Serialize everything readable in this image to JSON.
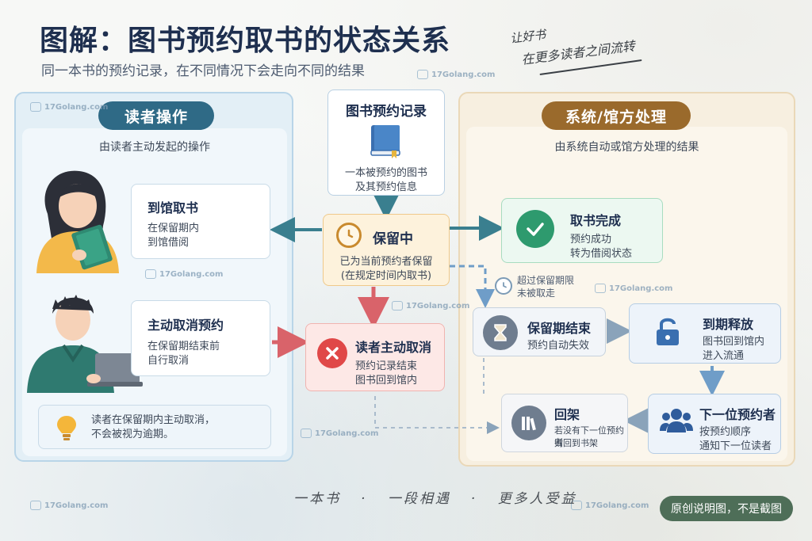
{
  "header": {
    "title": "图解：图书预约取书的状态关系",
    "subtitle": "同一本书的预约记录，在不同情况下会走向不同的结果",
    "handwriting_line1": "让好书",
    "handwriting_line2": "在更多读者之间流转"
  },
  "left_panel": {
    "pill": "读者操作",
    "subtitle": "由读者主动发起的操作",
    "card_pickup": {
      "title": "到馆取书",
      "line1": "在保留期内",
      "line2": "到馆借阅"
    },
    "card_cancel": {
      "title": "主动取消预约",
      "line1": "在保留期结束前",
      "line2": "自行取消"
    },
    "tip": {
      "line1": "读者在保留期内主动取消，",
      "line2": "不会被视为逾期。"
    }
  },
  "right_panel": {
    "pill": "系统/馆方处理",
    "subtitle": "由系统自动或馆方处理的结果",
    "card_done": {
      "title": "取书完成",
      "line1": "预约成功",
      "line2": "转为借阅状态"
    },
    "card_expired": {
      "title": "保留期结束",
      "line1": "预约自动失效"
    },
    "card_release": {
      "title": "到期释放",
      "line1": "图书回到馆内",
      "line2": "进入流通"
    },
    "card_next": {
      "title": "下一位预约者",
      "line1": "按预约顺序",
      "line2": "通知下一位读者"
    },
    "card_shelf": {
      "title": "回架",
      "line1": "若没有下一位预约者",
      "line2": "则回到书架"
    }
  },
  "center": {
    "record": {
      "title": "图书预约记录",
      "line1": "一本被预约的图书",
      "line2": "及其预约信息"
    },
    "hold": {
      "title": "保留中",
      "line1": "已为当前预约者保留",
      "line2": "(在规定时间内取书)"
    },
    "cancelled": {
      "title": "读者主动取消",
      "line1": "预约记录结束",
      "line2": "图书回到馆内"
    },
    "timeout_note": {
      "line1": "超过保留期限",
      "line2": "未被取走"
    }
  },
  "watermark": {
    "text": "17Golang.com"
  },
  "footer": {
    "item1": "一本书",
    "item2": "一段相遇",
    "item3": "更多人受益",
    "badge": "原创说明图，不是截图"
  },
  "colors": {
    "navy": "#1e2f4f",
    "teal": "#2f6a86",
    "brown": "#9a6a2c",
    "green": "#2e9a6e",
    "red": "#e04848",
    "arrow_teal": "#3a7f8f",
    "arrow_red": "#d9636a",
    "arrow_blue": "#6f9dc8"
  }
}
